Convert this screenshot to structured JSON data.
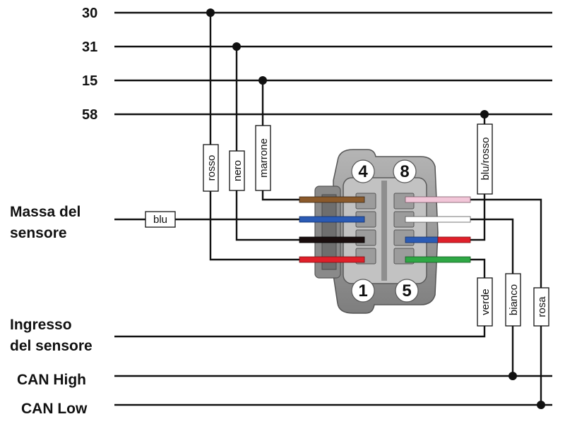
{
  "rails": [
    {
      "label": "30"
    },
    {
      "label": "31"
    },
    {
      "label": "15"
    },
    {
      "label": "58"
    }
  ],
  "side_labels": {
    "massa": [
      "Massa del",
      "sensore"
    ],
    "ingresso": [
      "Ingresso",
      "del sensore"
    ],
    "can_high": "CAN High",
    "can_low": "CAN Low"
  },
  "wire_tags": {
    "rosso": "rosso",
    "nero": "nero",
    "marrone": "marrone",
    "blu_rosso": "blu/rosso",
    "blu": "blu",
    "verde": "verde",
    "bianco": "bianco",
    "rosa": "rosa"
  },
  "pin_numbers": {
    "p4": "4",
    "p8": "8",
    "p1": "1",
    "p5": "5"
  },
  "colors": {
    "line": "#111111",
    "brown": "#8B5A2B",
    "blue": "#2B5BB5",
    "black": "#1A0E0E",
    "red": "#E0202A",
    "pink": "#F2C6D8",
    "white": "#FFFFFF",
    "green": "#2FA845",
    "connector_body": "#9A9A9A",
    "connector_dark": "#6E6E6E",
    "connector_light": "#C9C9C9"
  }
}
